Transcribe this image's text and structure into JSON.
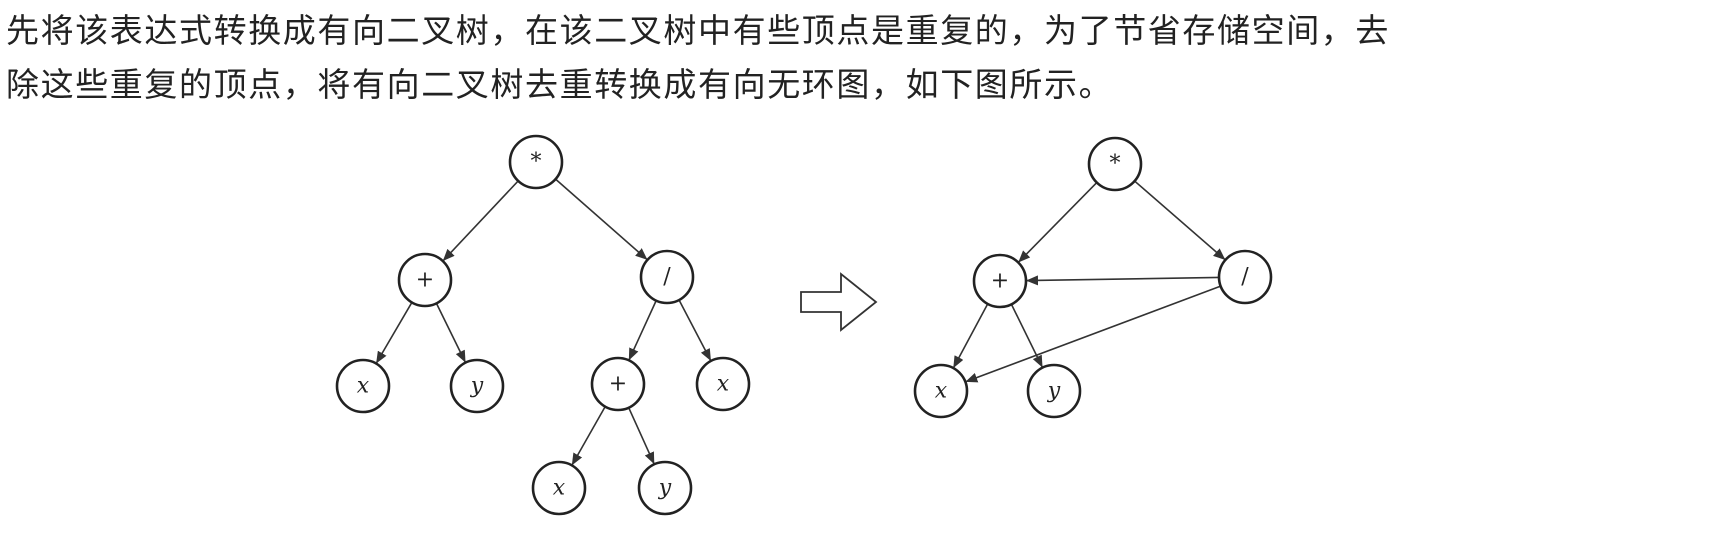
{
  "paragraph": {
    "line1": "先将该表达式转换成有向二叉树，在该二叉树中有些顶点是重复的，为了节省存储空间，去",
    "line2": "除这些重复的顶点，将有向二叉树去重转换成有向无环图，如下图所示。"
  },
  "tree": {
    "nodes": [
      {
        "id": "t_root",
        "label": "*"
      },
      {
        "id": "t_plus",
        "label": "+"
      },
      {
        "id": "t_div",
        "label": "/"
      },
      {
        "id": "t_x1",
        "label": "x"
      },
      {
        "id": "t_y1",
        "label": "y"
      },
      {
        "id": "t_plus2",
        "label": "+"
      },
      {
        "id": "t_x2",
        "label": "x"
      },
      {
        "id": "t_x3",
        "label": "x"
      },
      {
        "id": "t_y3",
        "label": "y"
      }
    ],
    "edges": [
      [
        "t_root",
        "t_plus"
      ],
      [
        "t_root",
        "t_div"
      ],
      [
        "t_plus",
        "t_x1"
      ],
      [
        "t_plus",
        "t_y1"
      ],
      [
        "t_div",
        "t_plus2"
      ],
      [
        "t_div",
        "t_x2"
      ],
      [
        "t_plus2",
        "t_x3"
      ],
      [
        "t_plus2",
        "t_y3"
      ]
    ]
  },
  "dag": {
    "nodes": [
      {
        "id": "d_root",
        "label": "*"
      },
      {
        "id": "d_plus",
        "label": "+"
      },
      {
        "id": "d_div",
        "label": "/"
      },
      {
        "id": "d_x",
        "label": "x"
      },
      {
        "id": "d_y",
        "label": "y"
      }
    ],
    "edges": [
      [
        "d_root",
        "d_plus"
      ],
      [
        "d_root",
        "d_div"
      ],
      [
        "d_div",
        "d_plus"
      ],
      [
        "d_div",
        "d_x"
      ],
      [
        "d_plus",
        "d_x"
      ],
      [
        "d_plus",
        "d_y"
      ]
    ]
  }
}
